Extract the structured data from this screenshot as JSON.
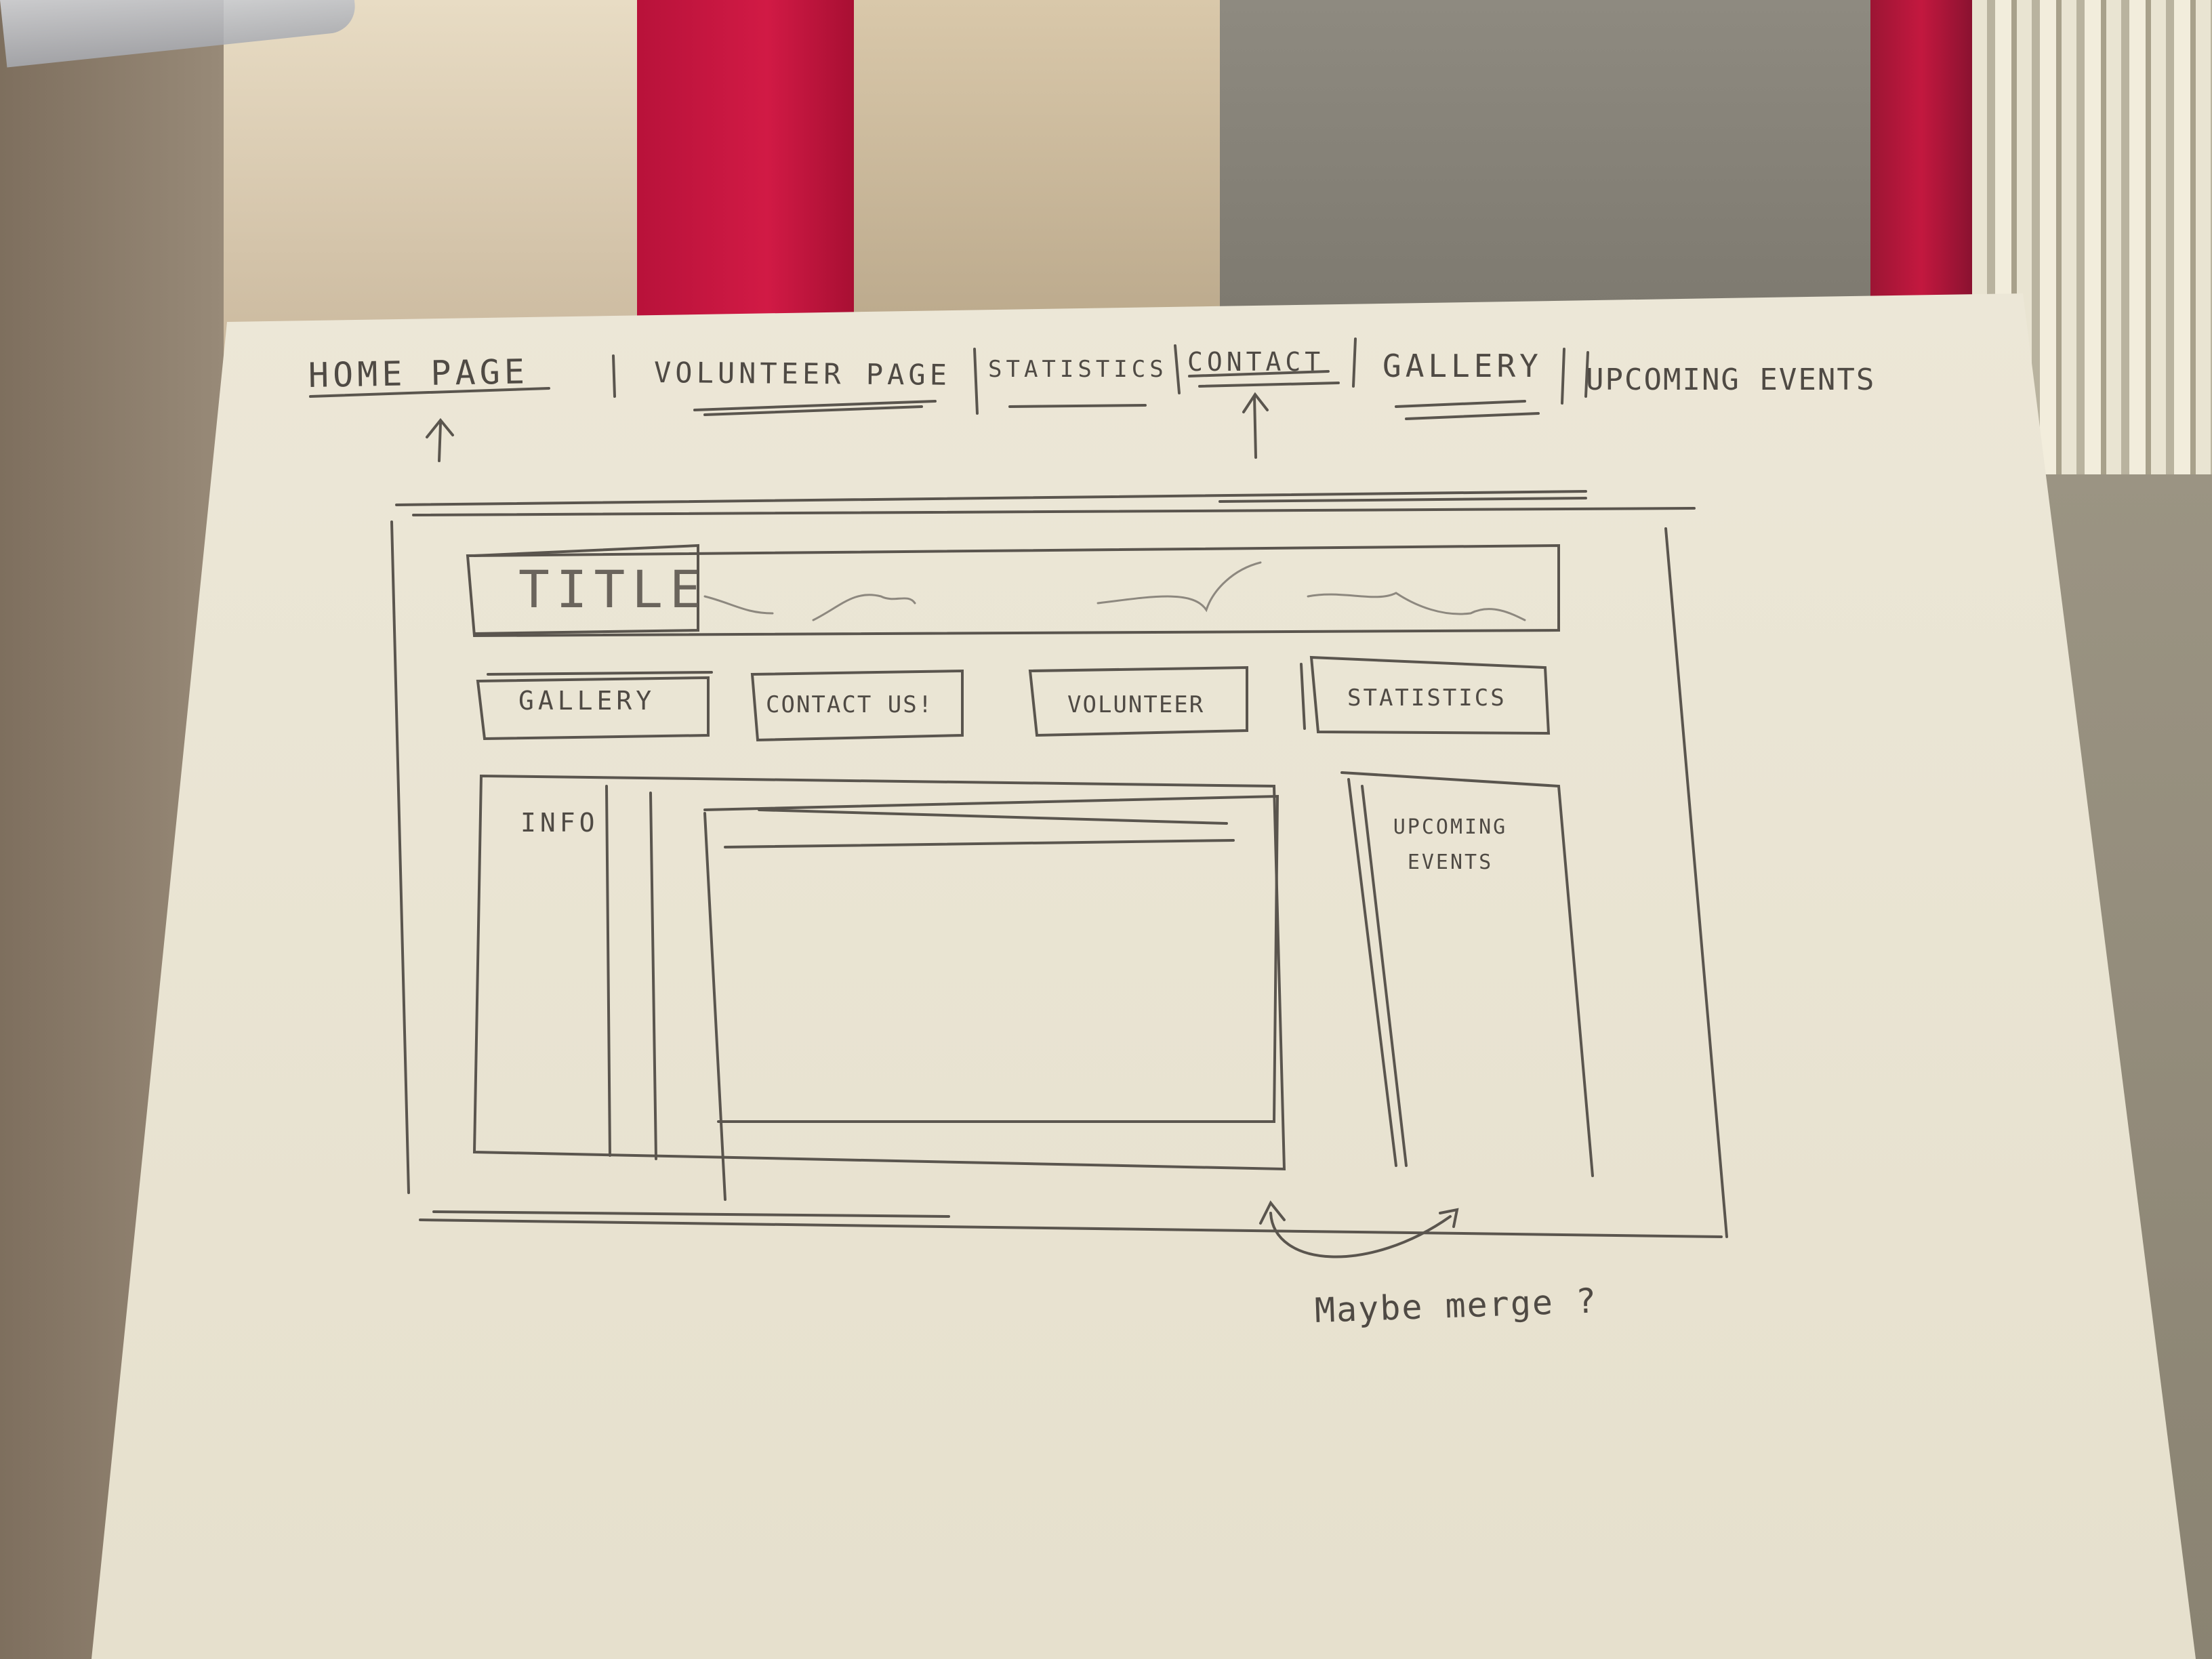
{
  "nav": {
    "items": [
      {
        "label": "HOME PAGE"
      },
      {
        "label": "VOLUNTEER PAGE"
      },
      {
        "label": "STATISTICS"
      },
      {
        "label": "CONTACT"
      },
      {
        "label": "GALLERY"
      },
      {
        "label": "UPCOMING EVENTS"
      }
    ]
  },
  "wireframe": {
    "title": "TITLE",
    "buttons": [
      {
        "label": "GALLERY"
      },
      {
        "label": "CONTACT US!"
      },
      {
        "label": "VOLUNTEER"
      },
      {
        "label": "STATISTICS"
      }
    ],
    "info_label": "INFO",
    "events_label": "UPCOMING EVENTS"
  },
  "annotation": {
    "note": "Maybe merge ?"
  },
  "colors": {
    "paper": "#ebe6d6",
    "pencil": "#4f4a44",
    "stripe_red": "#c8173f"
  }
}
